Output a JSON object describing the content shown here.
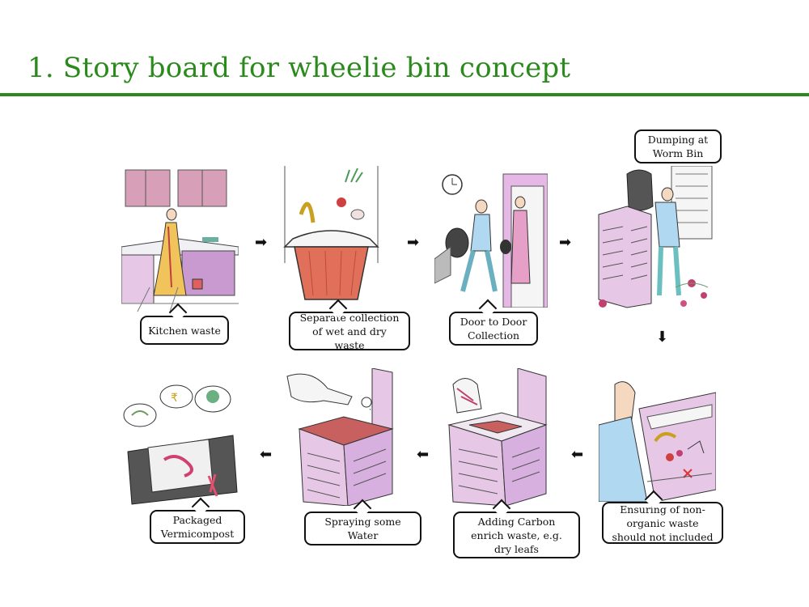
{
  "page": {
    "title": "1. Story board for wheelie bin concept",
    "accent": "#2a8a1c"
  },
  "steps": [
    {
      "caption": "Kitchen waste",
      "icon": "kitchen-sketch"
    },
    {
      "caption": "Separate collection of wet and dry waste",
      "icon": "waste-bin-sketch"
    },
    {
      "caption": "Door to Door Collection",
      "icon": "door-collection-sketch"
    },
    {
      "caption": "Dumping at Worm Bin",
      "icon": "worm-bin-dumping-sketch"
    },
    {
      "caption": "Ensuring of non-organic waste should not included",
      "icon": "inspection-sketch"
    },
    {
      "caption": "Adding Carbon enrich waste, e.g. dry leafs",
      "icon": "carbon-adding-sketch"
    },
    {
      "caption": "Spraying some Water",
      "icon": "water-spray-sketch"
    },
    {
      "caption": "Packaged Vermicompost",
      "icon": "vermicompost-package-sketch"
    }
  ],
  "arrows": {
    "right": "➡",
    "down": "⬇",
    "left": "⬅"
  }
}
